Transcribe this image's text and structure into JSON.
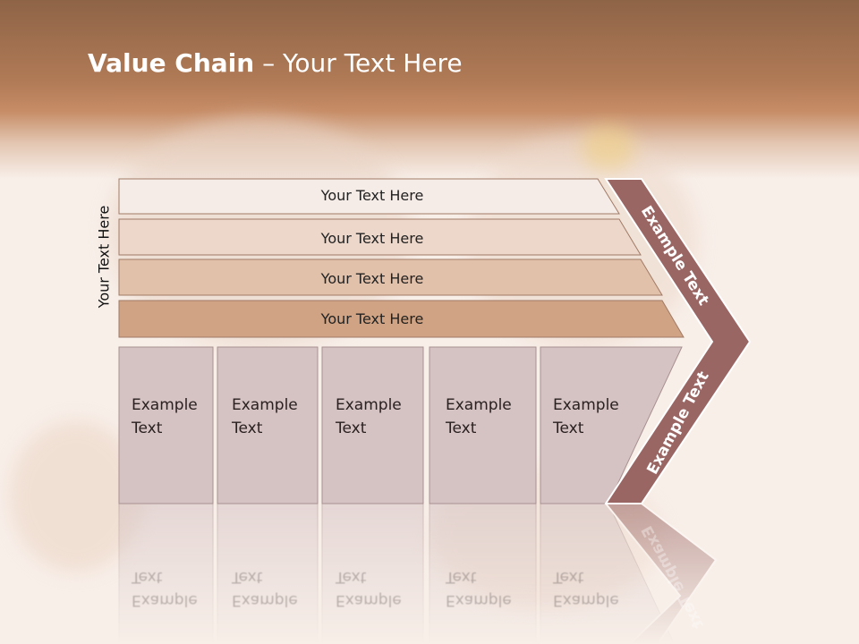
{
  "slide": {
    "title_bold": "Value Chain",
    "title_rest": " – Your Text Here",
    "side_label": "Your Text Here",
    "bars": [
      {
        "label": "Your Text Here",
        "color": "#f6ece7"
      },
      {
        "label": "Your Text Here",
        "color": "#ecd7ca"
      },
      {
        "label": "Your Text Here",
        "color": "#e2c1ab"
      },
      {
        "label": "Your Text Here",
        "color": "#cfa383"
      }
    ],
    "boxes": [
      {
        "line1": "Example",
        "line2": "Text"
      },
      {
        "line1": "Example",
        "line2": "Text"
      },
      {
        "line1": "Example",
        "line2": "Text"
      },
      {
        "line1": "Example",
        "line2": "Text"
      },
      {
        "line1": "Example",
        "line2": "Text"
      }
    ],
    "arrow_top_label": "Example Text",
    "arrow_bottom_label": "Example Text",
    "colors": {
      "box_fill": "#d5c3c4",
      "box_border": "#a89090",
      "arrow_fill": "#9a6664",
      "arrow_border": "#ffffff",
      "bar_border": "#a07a66",
      "header_brown": "#b07a56"
    }
  }
}
